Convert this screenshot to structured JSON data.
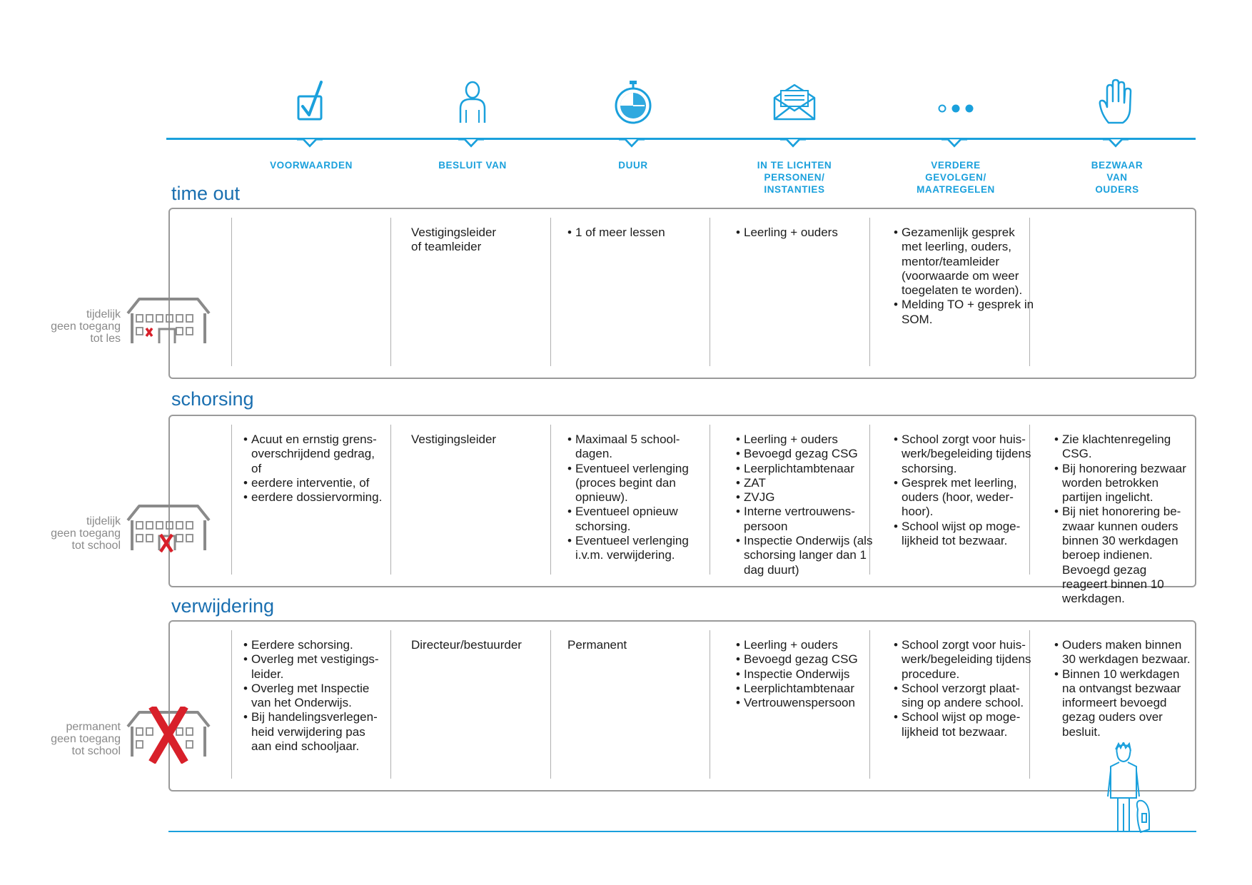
{
  "columns": [
    {
      "id": "voorwaarden",
      "icon": "checkbox-icon",
      "lines": [
        "VOORWAARDEN"
      ]
    },
    {
      "id": "besluit",
      "icon": "person-icon",
      "lines": [
        "BESLUIT VAN"
      ]
    },
    {
      "id": "duur",
      "icon": "stopwatch-icon",
      "lines": [
        "DUUR"
      ]
    },
    {
      "id": "instanties",
      "icon": "envelope-icon",
      "lines": [
        "IN TE LICHTEN",
        "PERSONEN/",
        "INSTANTIES"
      ]
    },
    {
      "id": "maatregelen",
      "icon": "dots-icon",
      "lines": [
        "VERDERE",
        "GEVOLGEN/",
        "MAATREGELEN"
      ]
    },
    {
      "id": "bezwaar",
      "icon": "hand-icon",
      "lines": [
        "BEZWAAR",
        "VAN",
        "OUDERS"
      ]
    }
  ],
  "sections": [
    {
      "id": "time-out",
      "title": "time out",
      "side_label": [
        "tijdelijk",
        "geen toegang",
        "tot les"
      ],
      "cells": [
        {
          "bullets": []
        },
        {
          "text": [
            "Vestigingsleider",
            "of teamleider"
          ]
        },
        {
          "bullets": [
            "1 of meer lessen"
          ]
        },
        {
          "bullets": [
            "Leerling + ouders"
          ]
        },
        {
          "bullets": [
            "Gezamenlijk gesprek met leerling, ouders, mentor/teamleider (voorwaarde om weer toegelaten te worden).",
            "Melding TO + gesprek in SOM."
          ]
        },
        {
          "bullets": []
        }
      ]
    },
    {
      "id": "schorsing",
      "title": "schorsing",
      "side_label": [
        "tijdelijk",
        "geen toegang",
        "tot school"
      ],
      "cells": [
        {
          "bullets": [
            "Acuut en ernstig grens-overschrijdend gedrag, of",
            "eerdere interventie, of",
            "eerdere dossiervorming."
          ]
        },
        {
          "text": [
            "Vestigingsleider"
          ]
        },
        {
          "bullets": [
            "Maximaal 5 school-dagen.",
            "Eventueel verlenging (proces begint dan opnieuw).",
            "Eventueel opnieuw schorsing.",
            "Eventueel verlenging i.v.m. verwijdering."
          ]
        },
        {
          "bullets": [
            "Leerling + ouders",
            "Bevoegd gezag CSG",
            "Leerplichtambtenaar",
            "ZAT",
            "ZVJG",
            "Interne vertrouwens-persoon",
            "Inspectie Onderwijs (als schorsing langer dan 1 dag duurt)"
          ]
        },
        {
          "bullets": [
            "School zorgt voor huis-werk/begeleiding tijdens schorsing.",
            "Gesprek met leerling, ouders (hoor, weder-hoor).",
            "School wijst op moge-lijkheid tot bezwaar."
          ]
        },
        {
          "bullets": [
            "Zie klachtenregeling CSG.",
            "Bij honorering bezwaar worden betrokken partijen ingelicht.",
            "Bij niet honorering be-zwaar kunnen ouders binnen 30 werkdagen beroep indienen. Bevoegd gezag reageert binnen 10 werkdagen."
          ]
        }
      ]
    },
    {
      "id": "verwijdering",
      "title": "verwijdering",
      "side_label": [
        "permanent",
        "geen toegang",
        "tot school"
      ],
      "cells": [
        {
          "bullets": [
            "Eerdere schorsing.",
            "Overleg met vestigings-leider.",
            "Overleg met Inspectie van het Onderwijs.",
            "Bij handelingsverlegen-heid verwijdering pas aan eind schooljaar."
          ]
        },
        {
          "text": [
            "Directeur/bestuurder"
          ]
        },
        {
          "text": [
            "Permanent"
          ]
        },
        {
          "bullets": [
            "Leerling + ouders",
            "Bevoegd gezag CSG",
            "Inspectie Onderwijs",
            "Leerplichtambtenaar",
            "Vertrouwenspersoon"
          ]
        },
        {
          "bullets": [
            "School zorgt voor huis-werk/begeleiding tijdens procedure.",
            "School verzorgt plaat-sing op andere school.",
            "School wijst op moge-lijkheid tot bezwaar."
          ]
        },
        {
          "bullets": [
            "Ouders maken binnen 30 werkdagen bezwaar.",
            "Binnen 10 werkdagen na ontvangst bezwaar informeert bevoegd gezag ouders over besluit."
          ]
        }
      ]
    }
  ],
  "colors": {
    "accent": "#1aa0dc",
    "title": "#1a6fb0",
    "border": "#9a9a9a",
    "label": "#8a8a8a",
    "cross": "#d8202a"
  }
}
